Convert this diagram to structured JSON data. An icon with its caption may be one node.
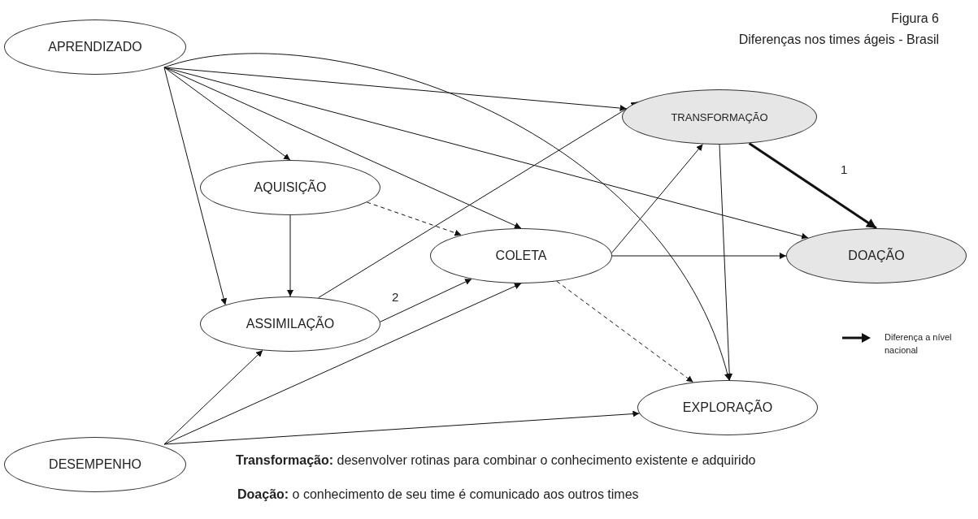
{
  "diagram": {
    "title": "Diferenças nos times ágeis - Brasil",
    "nodes": [
      {
        "text": [
          "APRENDIZADO"
        ]
      },
      {
        "text": [
          "AQUISIÇÃO"
        ]
      },
      {
        "text": [
          "ASSIMILAÇÃO"
        ]
      },
      {
        "text": [
          "COLETA"
        ]
      },
      {
        "text": [
          "TRANSFORMAÇÃO"
        ]
      },
      {
        "text": [
          "DOAÇÃO"
        ]
      },
      {
        "text": [
          "EXPLORAÇÃO"
        ]
      },
      {
        "text": [
          "DESEMPENHO"
        ]
      }
    ],
    "edges": [
      {
        "from": 0,
        "to": 1,
        "arrow": "to"
      },
      {
        "from": 0,
        "to": 2,
        "arrow": "to"
      },
      {
        "from": 0,
        "to": 3,
        "arrow": "to"
      },
      {
        "from": 0,
        "to": 4,
        "arrow": "to"
      },
      {
        "from": 0,
        "to": 5,
        "arrow": "to"
      },
      {
        "from": 0,
        "to": 6,
        "arrow": "to"
      },
      {
        "from": 1,
        "to": 2,
        "arrow": "to"
      },
      {
        "from": 1,
        "to": 3,
        "arrow": "to",
        "style": "dashed"
      },
      {
        "from": 2,
        "to": 4,
        "arrow": "to"
      },
      {
        "from": 2,
        "to": 3,
        "arrow": "to",
        "label": "2"
      },
      {
        "from": 3,
        "to": 4,
        "arrow": "to"
      },
      {
        "from": 3,
        "to": 5,
        "arrow": "to"
      },
      {
        "from": 3,
        "to": 6,
        "arrow": "to",
        "style": "dashed"
      },
      {
        "from": 4,
        "to": 5,
        "arrow": "to",
        "style": "thick",
        "label": "1"
      },
      {
        "from": 4,
        "to": 6,
        "arrow": "to"
      },
      {
        "from": 7,
        "to": 2,
        "arrow": "to"
      },
      {
        "from": 7,
        "to": 3,
        "arrow": "to"
      },
      {
        "from": 7,
        "to": 6,
        "arrow": "to"
      }
    ],
    "labels": [
      "Figura 6",
      "**Transformação:** desenvolver rotinas para combinar o conhecimento existente e adquirido",
      "**Doação:** o conhecimento de seu time é comunicado aos outros times"
    ],
    "legend": [
      {
        "text": "Diferença a nível nacional"
      }
    ]
  }
}
